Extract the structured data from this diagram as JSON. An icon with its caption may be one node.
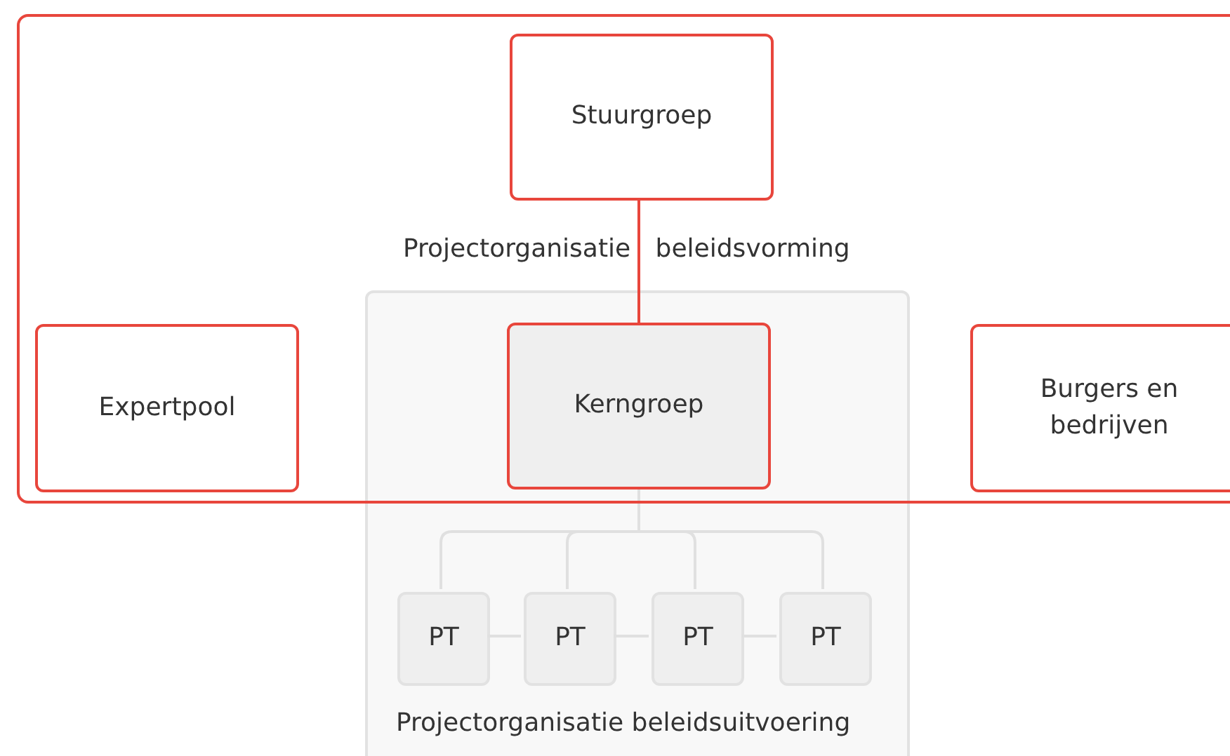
{
  "diagram": {
    "nodes": [
      {
        "text": [
          "Projectorganisatie beleidsvorming"
        ]
      },
      {
        "text": [
          "Stuurgroep"
        ],
        "in": 0
      },
      {
        "text": [
          "Expertpool"
        ],
        "in": 0
      },
      {
        "text": [
          "Projectorganisatie beleidsuitvoering"
        ]
      },
      {
        "text": [
          "Kerngroep"
        ]
      },
      {
        "text": [
          "Burgers en bedrijven"
        ],
        "in": 0
      },
      {
        "text": [
          "PT"
        ],
        "in": 3
      },
      {
        "text": [
          "PT"
        ],
        "in": 3
      },
      {
        "text": [
          "PT"
        ],
        "in": 3
      },
      {
        "text": [
          "PT"
        ],
        "in": 3
      }
    ],
    "edges": [
      {
        "from": 1,
        "to": 4,
        "arrow": "none",
        "color": "#e8463c"
      },
      {
        "from": 4,
        "to": 6,
        "arrow": "none"
      },
      {
        "from": 4,
        "to": 7,
        "arrow": "none"
      },
      {
        "from": 4,
        "to": 8,
        "arrow": "none"
      },
      {
        "from": 4,
        "to": 9,
        "arrow": "none"
      },
      {
        "from": 6,
        "to": 7,
        "arrow": "none"
      },
      {
        "from": 7,
        "to": 8,
        "arrow": "none"
      },
      {
        "from": 8,
        "to": 9,
        "arrow": "none"
      }
    ]
  }
}
